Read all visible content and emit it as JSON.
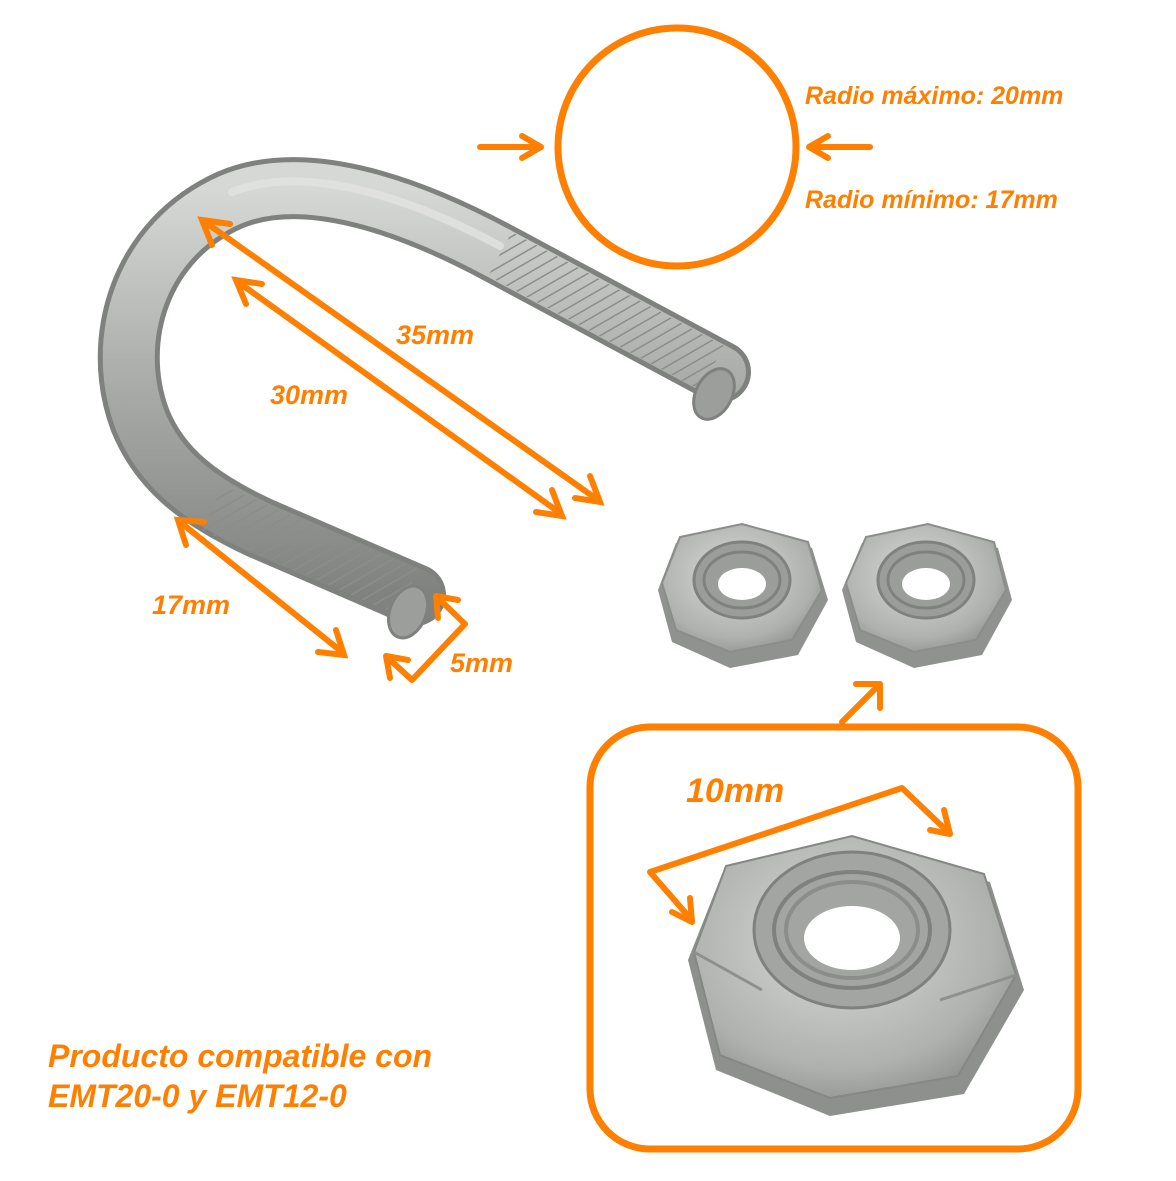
{
  "colors": {
    "accent": "#ff7f00",
    "metal_light": "#c9cbc8",
    "metal_mid": "#a9aca8",
    "metal_dark": "#7e817d",
    "background": "#ffffff"
  },
  "radius_labels": {
    "max": "Radio máximo: 20mm",
    "min": "Radio mínimo: 17mm"
  },
  "dimensions": {
    "outer_length": "35mm",
    "inner_length": "30mm",
    "thread_length": "17mm",
    "rod_diameter": "5mm",
    "nut_size": "10mm"
  },
  "compatibility": {
    "line1": "Producto compatible con",
    "line2": "EMT20-0 y EMT12-0"
  }
}
